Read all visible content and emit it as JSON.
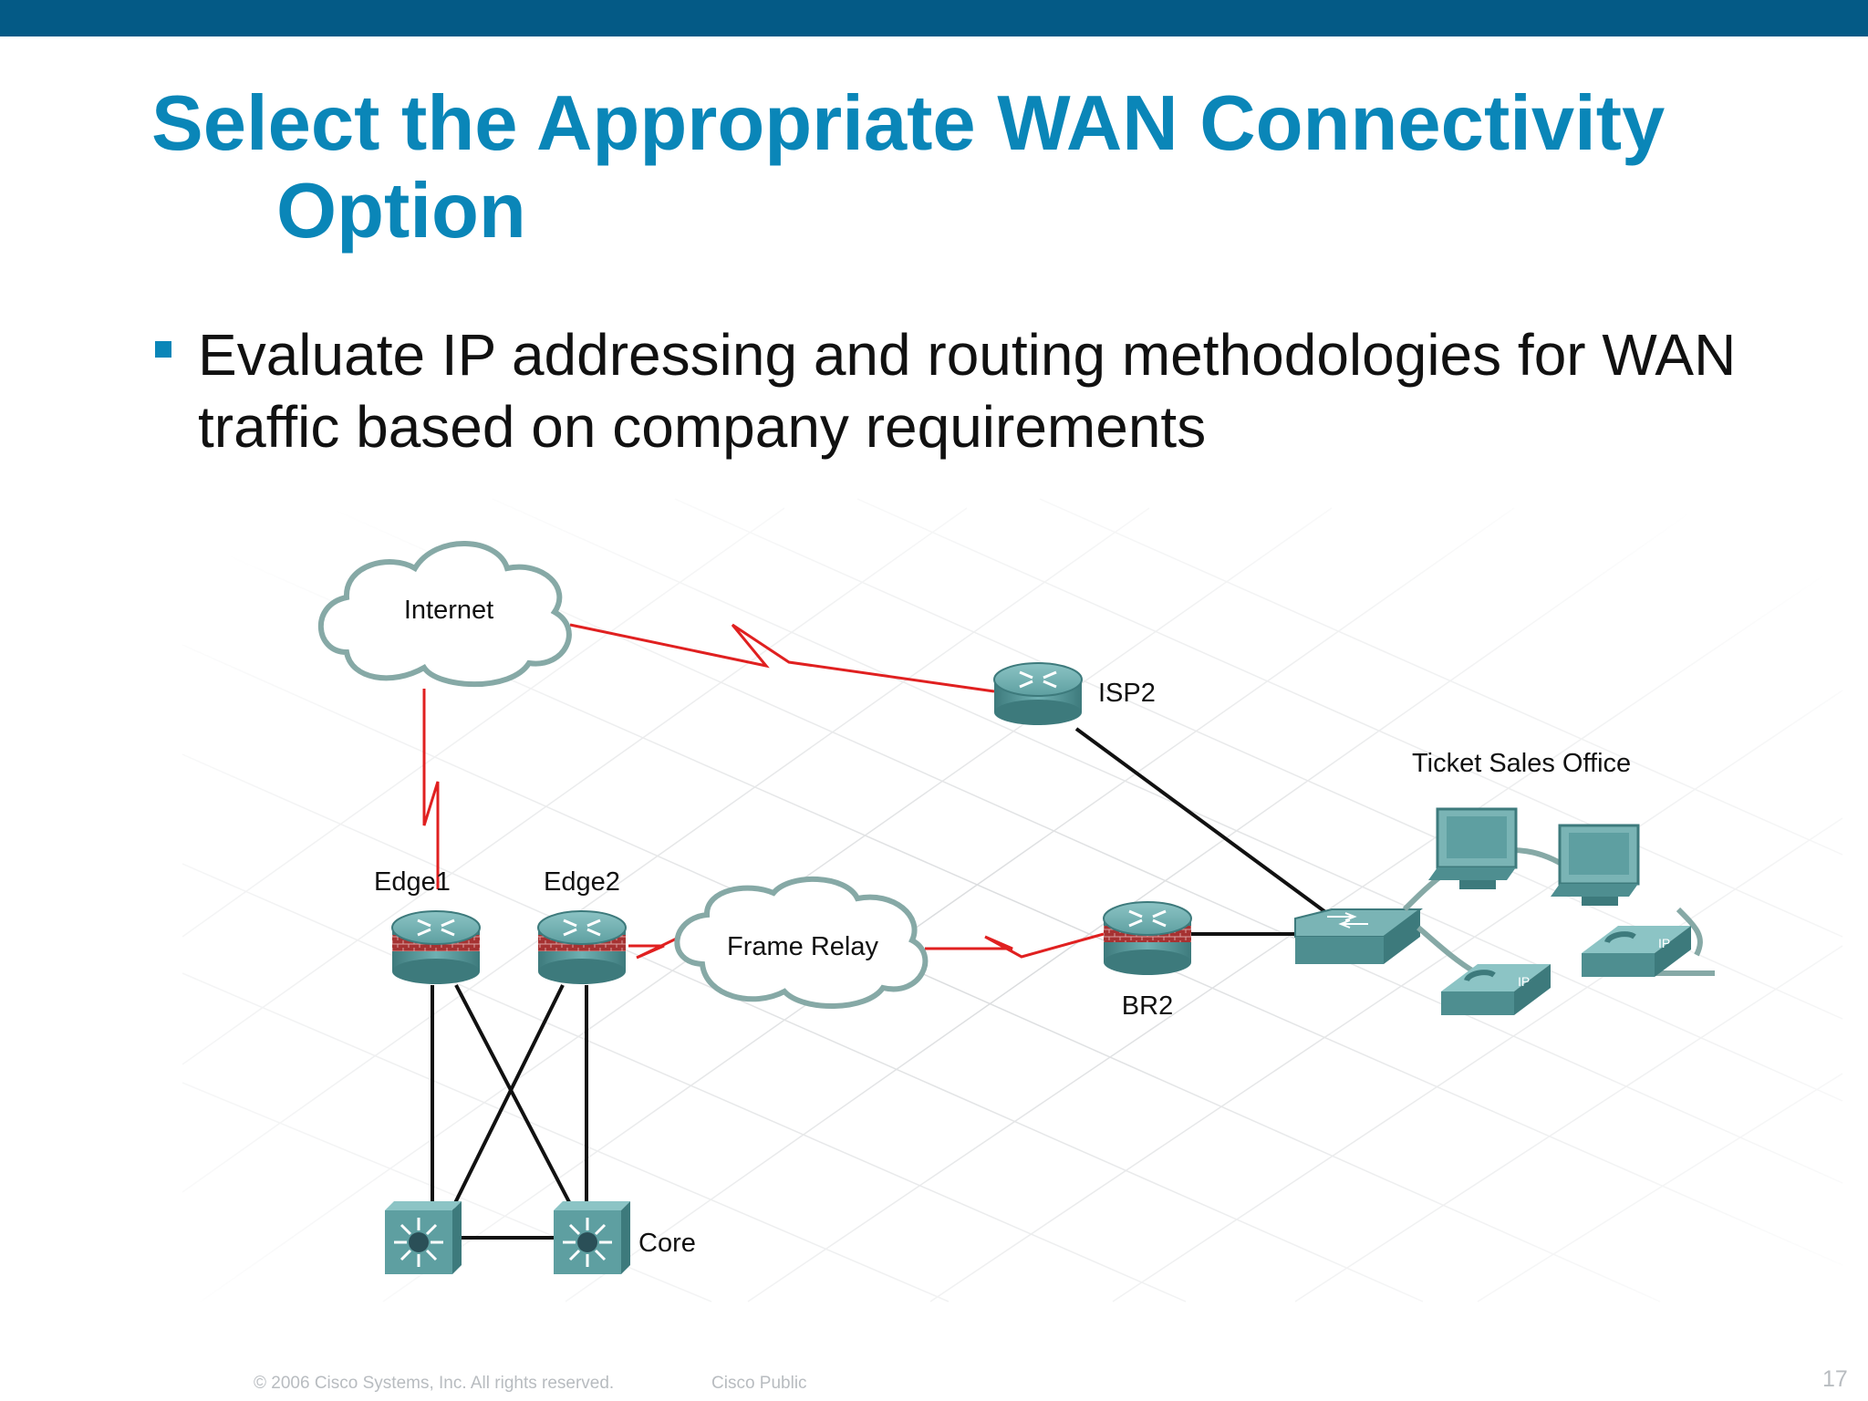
{
  "slide": {
    "title_line1": "Select the Appropriate WAN Connectivity",
    "title_line2": "Option",
    "bullet": "Evaluate IP addressing and routing methodologies for WAN traffic based on company requirements"
  },
  "diagram": {
    "labels": {
      "internet": "Internet",
      "isp2": "ISP2",
      "ticket_sales_office": "Ticket Sales Office",
      "edge1": "Edge1",
      "edge2": "Edge2",
      "frame_relay": "Frame Relay",
      "br2": "BR2",
      "core": "Core",
      "ip_phone_badge": "IP"
    },
    "colors": {
      "serial_link": "#e02020",
      "ethernet_link": "#111111",
      "device": "#4e8e90",
      "cloud_stroke": "#86a9a6",
      "firewall": "#9b2d2d"
    }
  },
  "footer": {
    "copyright": "© 2006 Cisco Systems, Inc. All rights reserved.",
    "classification": "Cisco Public",
    "page_number": "17"
  }
}
